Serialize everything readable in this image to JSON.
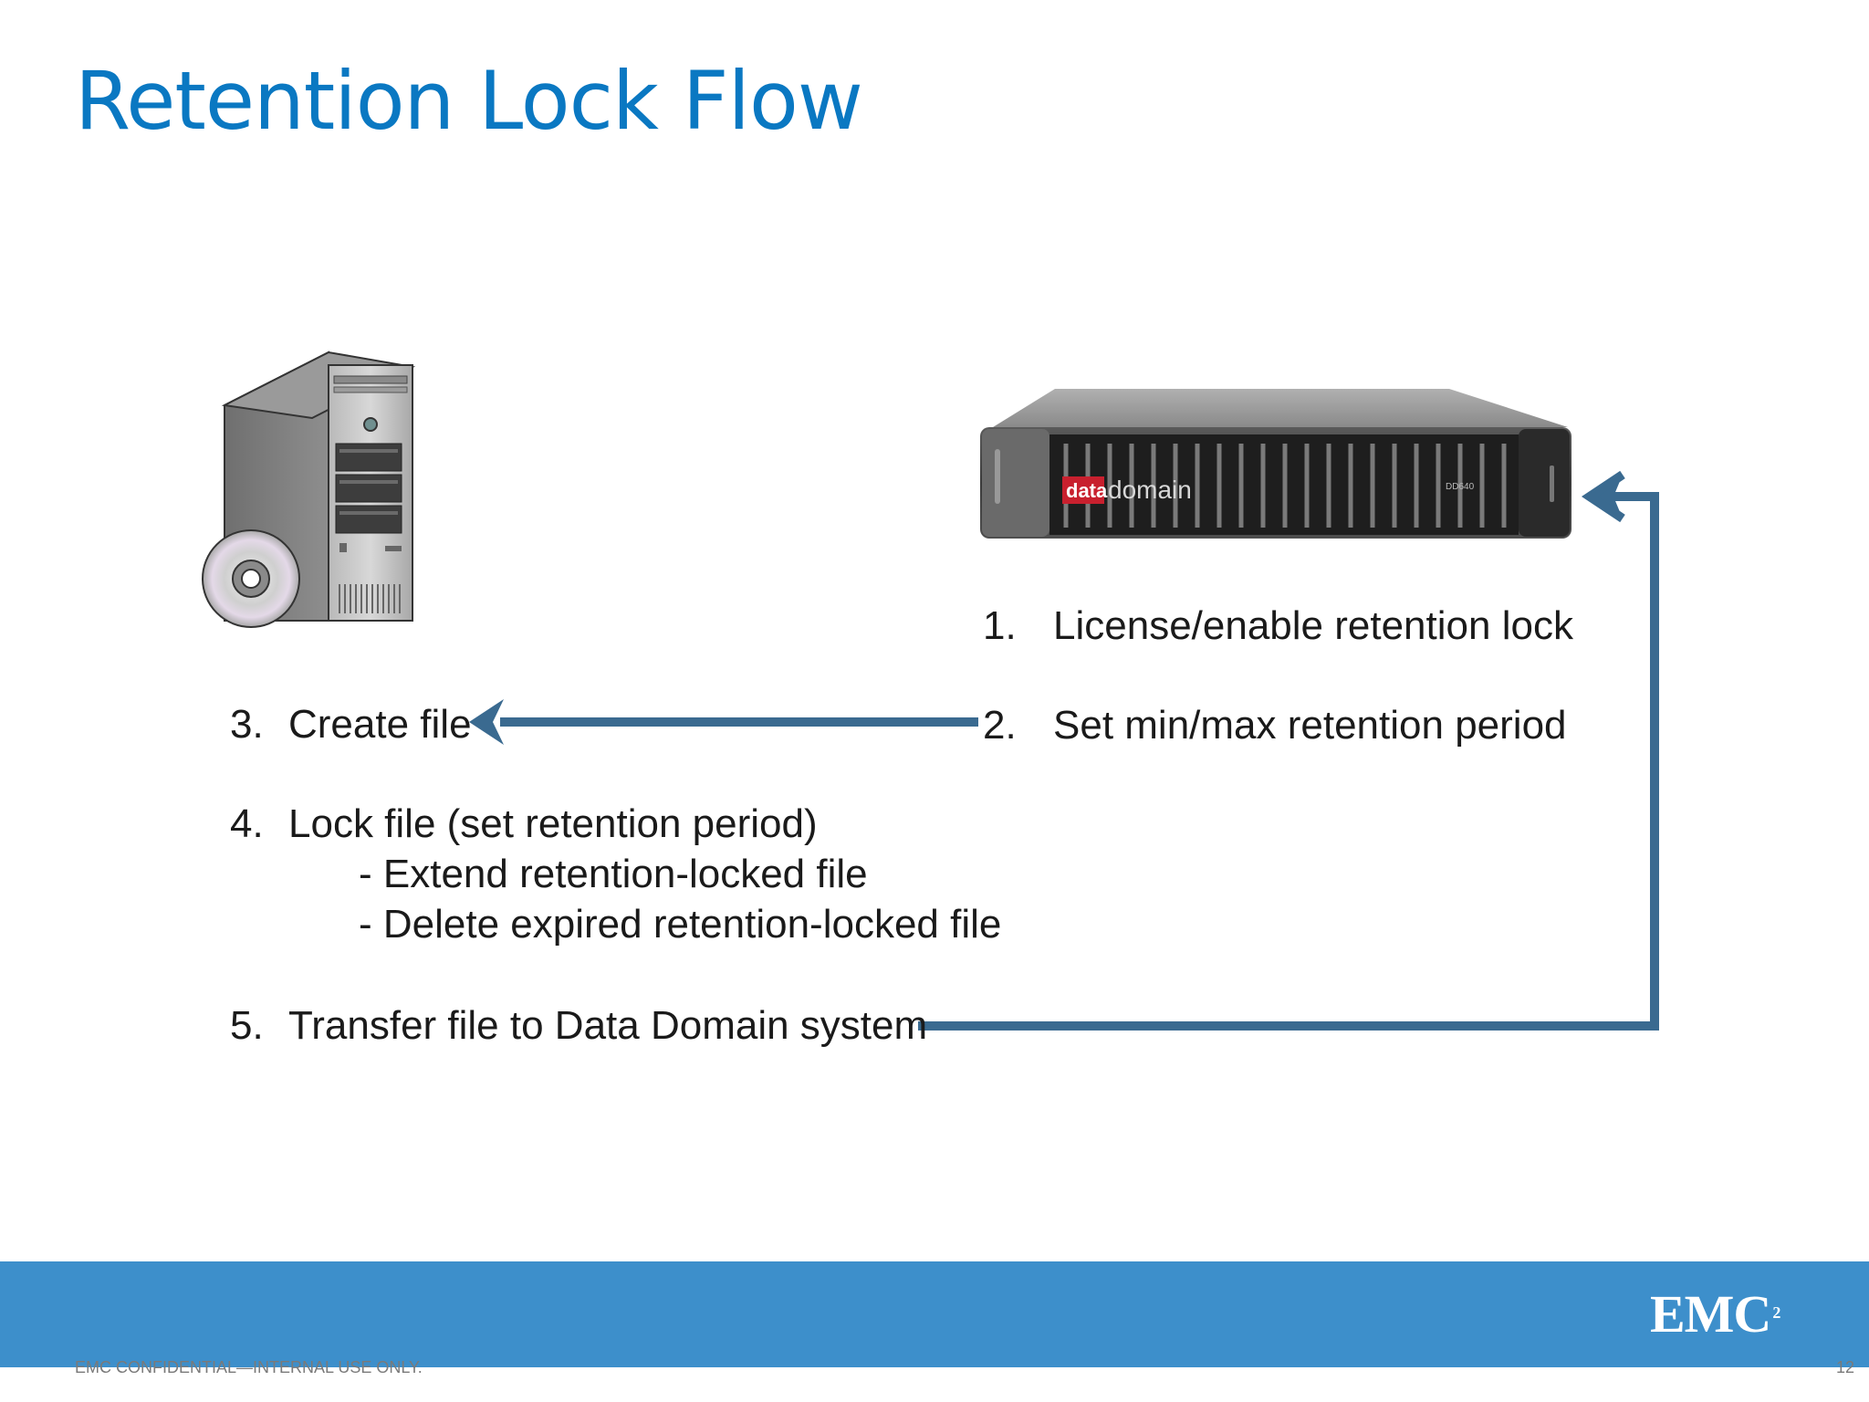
{
  "slide": {
    "title": "Retention Lock Flow"
  },
  "steps": {
    "s1": {
      "num": "1.",
      "text": "License/enable retention lock"
    },
    "s2": {
      "num": "2.",
      "text": "Set min/max retention period"
    },
    "s3": {
      "num": "3.",
      "text": "Create file"
    },
    "s4": {
      "num": "4.",
      "text": "Lock file (set retention period)"
    },
    "s4_sub1": "- Extend retention-locked file",
    "s4_sub2": "- Delete expired retention-locked file",
    "s5": {
      "num": "5.",
      "text": "Transfer file to Data Domain system"
    }
  },
  "appliance": {
    "brand_red": "data",
    "brand_text": "domain",
    "model_label": "DD640"
  },
  "footer": {
    "logo_text": "EMC",
    "logo_superscript": "2",
    "confidential": "EMC CONFIDENTIAL—INTERNAL USE ONLY.",
    "page_number": "12"
  },
  "icons": {
    "client": "desktop-tower-with-disc-icon",
    "storage": "data-domain-appliance-icon"
  },
  "colors": {
    "title": "#0a78c2",
    "arrow": "#3a6a90",
    "footer_band": "#3d8fcb",
    "body_text": "#1a1a1a",
    "brand_red": "#c8202e"
  }
}
